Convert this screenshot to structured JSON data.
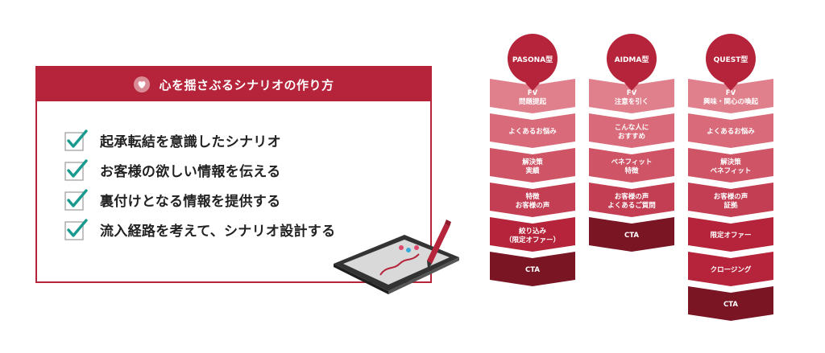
{
  "card": {
    "title": "心を揺さぶるシナリオの作り方",
    "items": [
      "起承転結を意識したシナリオ",
      "お客様の欲しい情報を伝える",
      "裏付けとなる情報を提供する",
      "流入経路を考えて、シナリオ設計する"
    ]
  },
  "colors": {
    "accent": "#b5243a",
    "check": "#1a9a8f",
    "step_shades": [
      "#e0808c",
      "#d86a79",
      "#cf5566",
      "#c33e52",
      "#b5243a",
      "#8f1a2c",
      "#7a1524"
    ]
  },
  "icons": {
    "header": "heart-icon",
    "check": "checkmark-icon",
    "illustration": "tablet-with-pen-icon"
  },
  "columns": [
    {
      "title": "PASONA型",
      "steps": [
        "FV\n問題提起",
        "よくあるお悩み",
        "解決策\n実績",
        "特徴\nお客様の声",
        "絞り込み\n（限定オファー）",
        "CTA"
      ]
    },
    {
      "title": "AIDMA型",
      "steps": [
        "FV\n注意を引く",
        "こんな人に\nおすすめ",
        "ベネフィット\n特徴",
        "お客様の声\nよくあるご質問",
        "CTA"
      ]
    },
    {
      "title": "QUEST型",
      "steps": [
        "FV\n興味・関心の喚起",
        "よくあるお悩み",
        "解決策\nベネフィット",
        "お客様の声\n証拠",
        "限定オファー",
        "クロージング",
        "CTA"
      ]
    }
  ]
}
